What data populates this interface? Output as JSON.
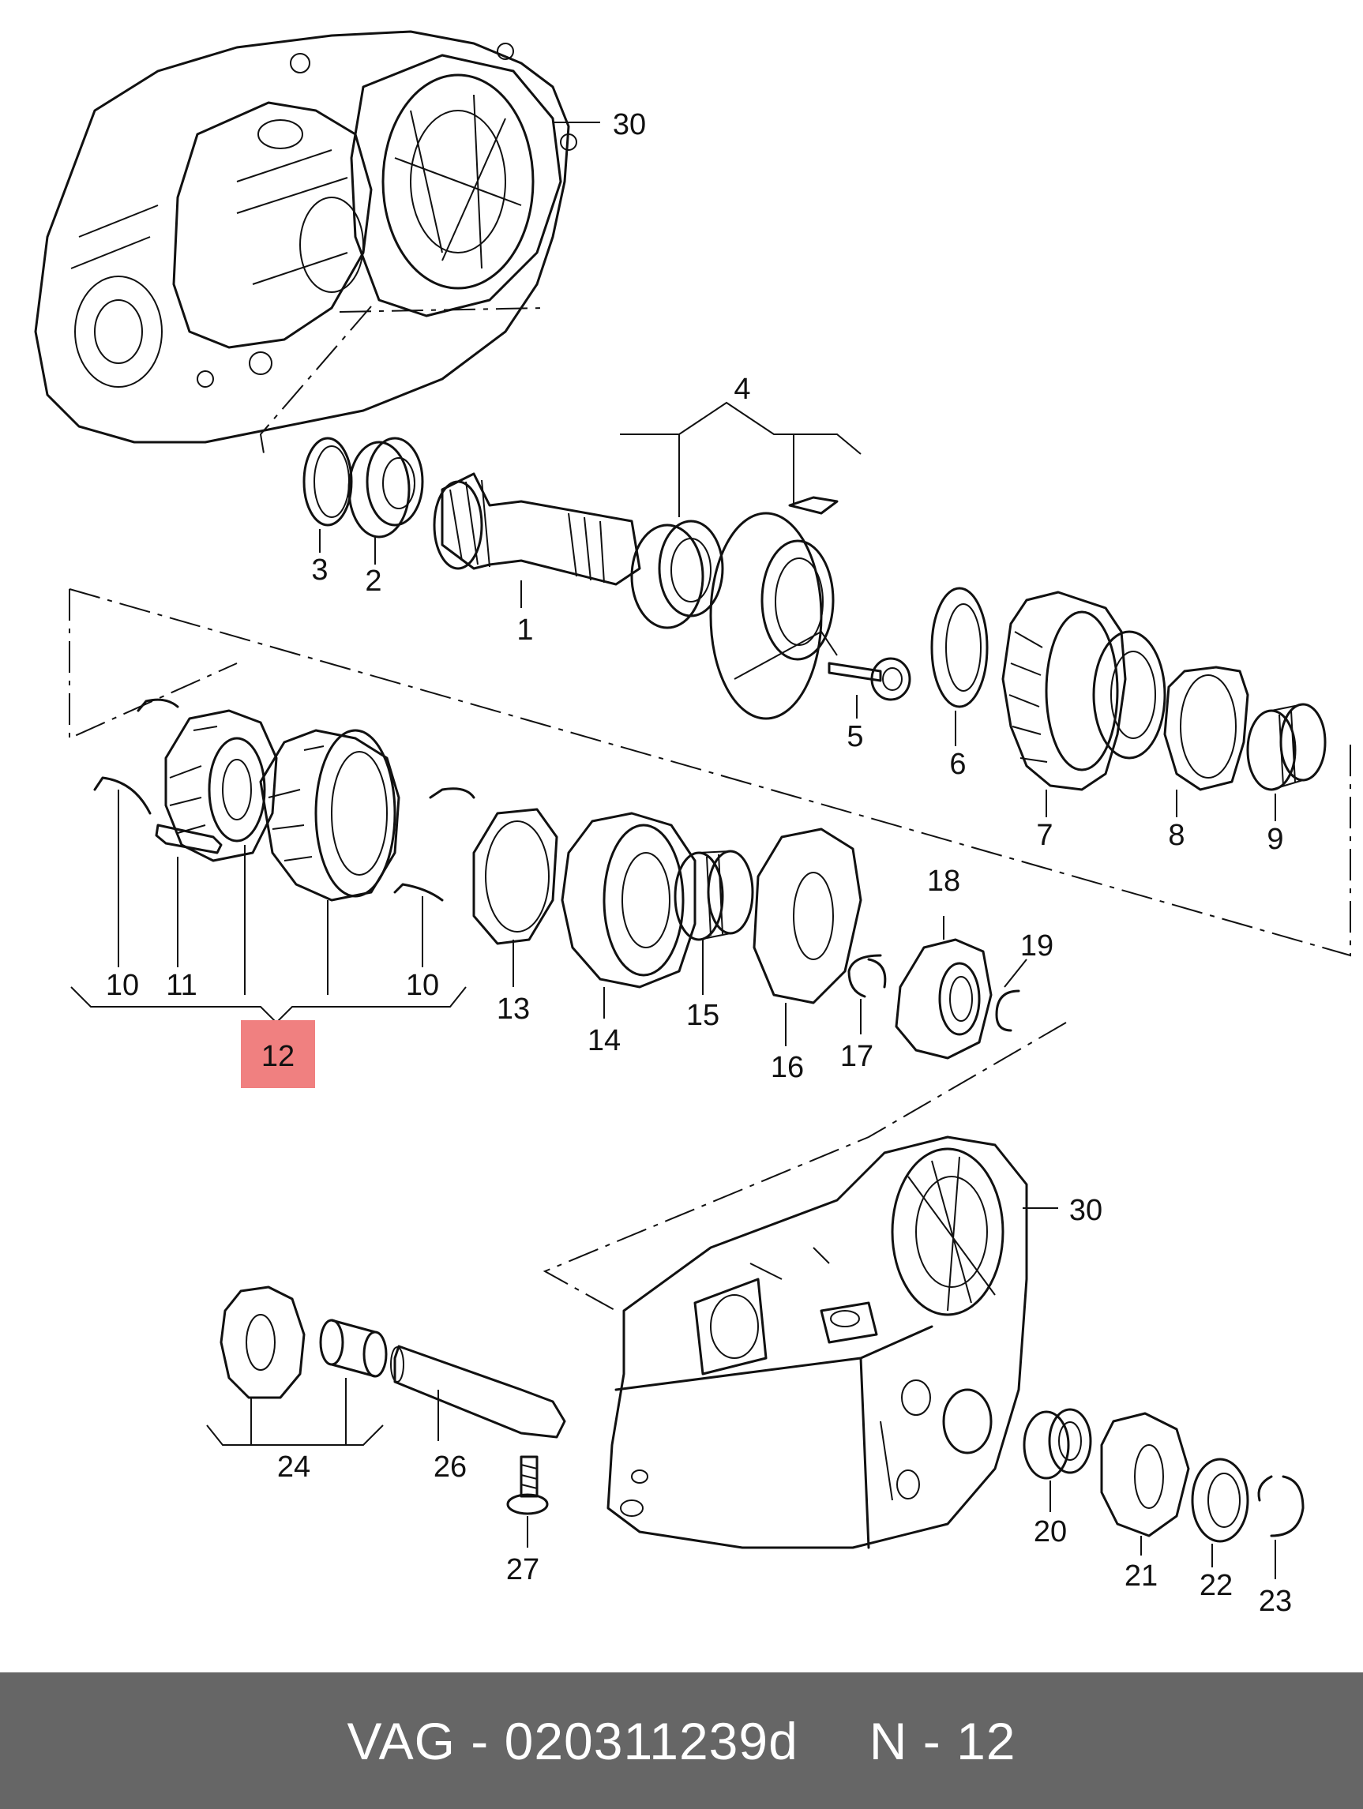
{
  "diagram": {
    "callouts": {
      "c1": "1",
      "c2": "2",
      "c3": "3",
      "c4": "4",
      "c5": "5",
      "c6": "6",
      "c7": "7",
      "c8": "8",
      "c9": "9",
      "c10a": "10",
      "c10b": "10",
      "c11": "11",
      "c12": "12",
      "c13": "13",
      "c14": "14",
      "c15": "15",
      "c16": "16",
      "c17": "17",
      "c18": "18",
      "c19": "19",
      "c20": "20",
      "c21": "21",
      "c22": "22",
      "c23": "23",
      "c24": "24",
      "c26": "26",
      "c27": "27",
      "c30a": "30",
      "c30b": "30"
    },
    "highlighted_callout": "12",
    "highlight_color": "#f08080"
  },
  "footer": {
    "part_number": "VAG - 020311239d",
    "page_ref": "N - 12",
    "background": "#666666"
  }
}
